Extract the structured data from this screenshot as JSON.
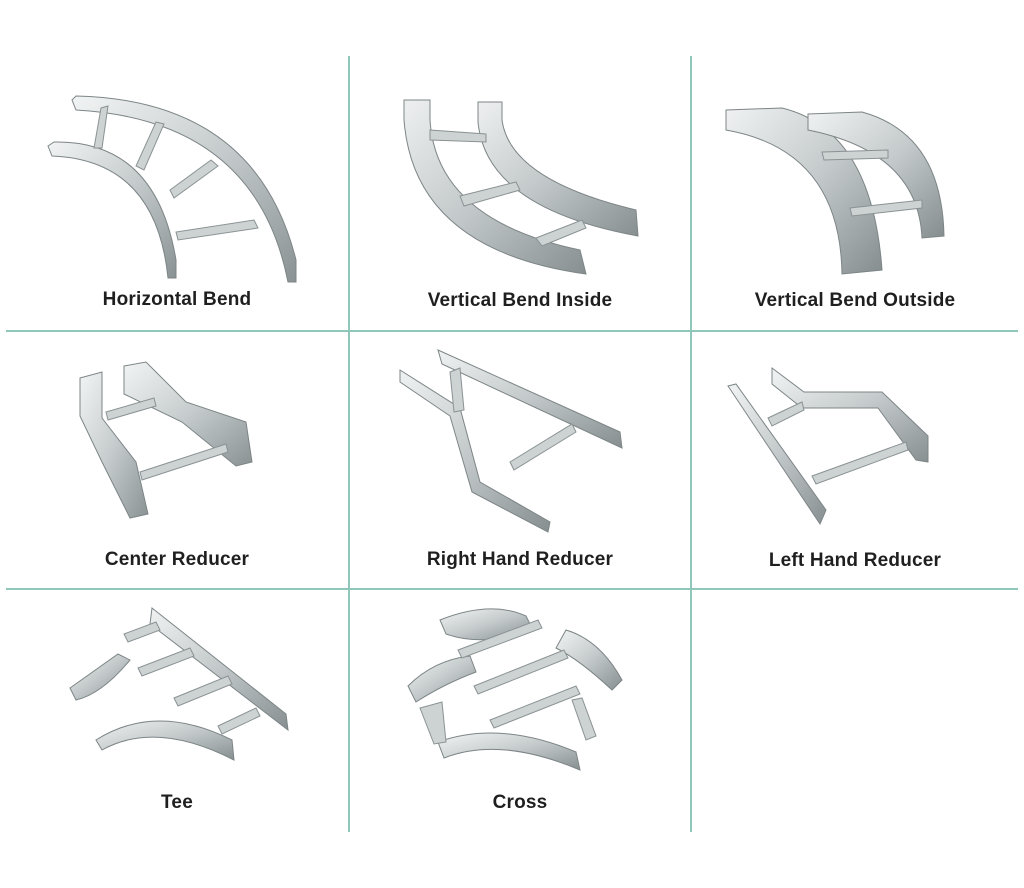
{
  "colors": {
    "grid_line": "#8fc7bb",
    "metal_light": "#e9ecec",
    "metal_mid": "#b9bfc0",
    "metal_dark": "#7d8587",
    "label": "#1f1f1f"
  },
  "items": [
    {
      "label": "Horizontal Bend",
      "icon": "horizontal-bend-icon"
    },
    {
      "label": "Vertical Bend Inside",
      "icon": "vertical-bend-inside-icon"
    },
    {
      "label": "Vertical Bend Outside",
      "icon": "vertical-bend-outside-icon"
    },
    {
      "label": "Center Reducer",
      "icon": "center-reducer-icon"
    },
    {
      "label": "Right Hand Reducer",
      "icon": "right-hand-reducer-icon"
    },
    {
      "label": "Left Hand Reducer",
      "icon": "left-hand-reducer-icon"
    },
    {
      "label": "Tee",
      "icon": "tee-icon"
    },
    {
      "label": "Cross",
      "icon": "cross-icon"
    }
  ]
}
